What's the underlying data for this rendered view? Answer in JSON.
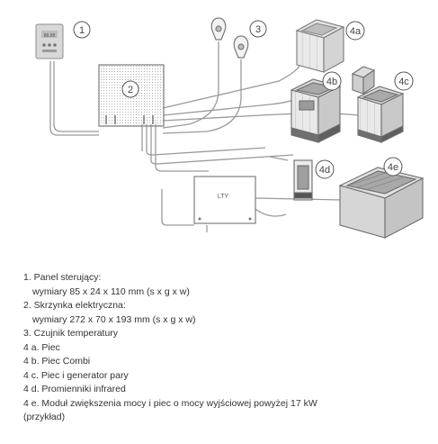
{
  "diagram": {
    "callouts": {
      "c1": "1",
      "c2": "2",
      "c3": "3",
      "c4a": "4a",
      "c4b": "4b",
      "c4c": "4c",
      "c4d": "4d",
      "c4e": "4e"
    },
    "relay_box_label": "LTY",
    "panel_display": "88.88"
  },
  "legend": {
    "item1_title": "1. Panel sterujący:",
    "item1_detail": "wymiary 85 x 24 x 110 mm (s x g x w)",
    "item2_title": "2. Skrzynka elektryczna:",
    "item2_detail": "wymiary 272 x 70 x 193 mm (s x g x w)",
    "item3": "3. Czujnik temperatury",
    "item4a": "4 a.   Piec",
    "item4b": "4 b.   Piec Combi",
    "item4c": "4 c.   Piec i generator pary",
    "item4d": "4 d.   Promienniki infrared",
    "item4e": "4 e.   Moduł zwiększenia mocy i piec o mocy wyjściowej powyżej 17 kW",
    "item4e_cont": "(przykład)"
  }
}
